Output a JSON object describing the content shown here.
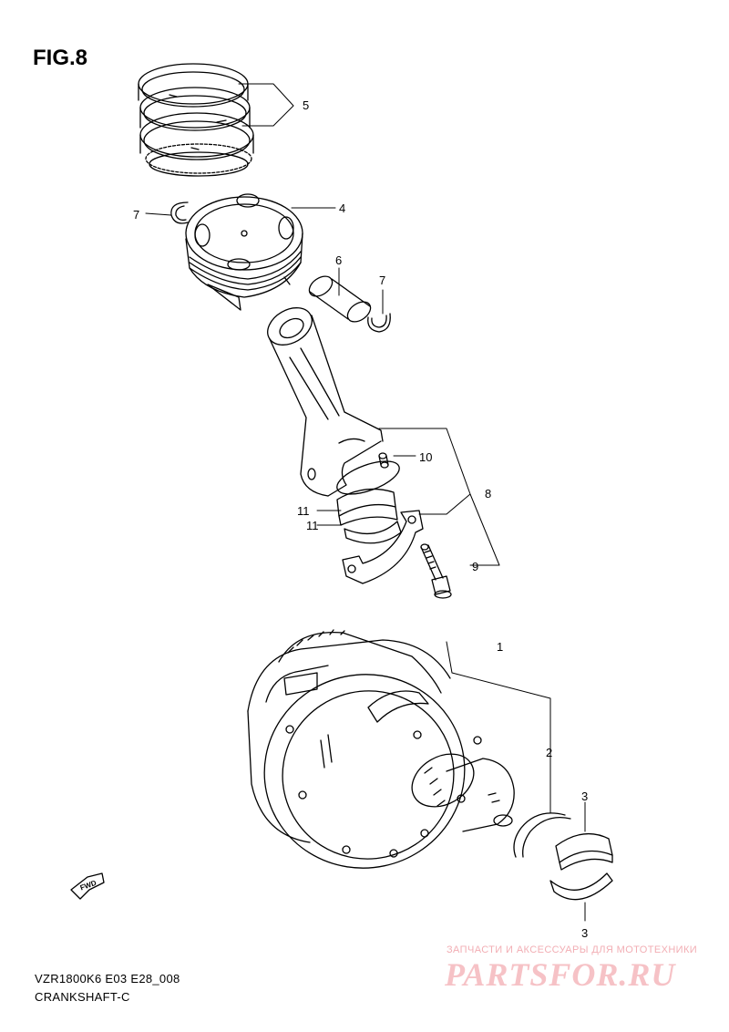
{
  "figure": {
    "title": "FIG.8"
  },
  "callouts": {
    "p1": "1",
    "p2": "2",
    "p3a": "3",
    "p3b": "3",
    "p4": "4",
    "p5": "5",
    "p6": "6",
    "p7a": "7",
    "p7b": "7",
    "p8": "8",
    "p9": "9",
    "p10": "10",
    "p11a": "11",
    "p11b": "11"
  },
  "orientation": {
    "fwd": "FWD"
  },
  "footer": {
    "code": "VZR1800K6 E03 E28_008",
    "name": "CRANKSHAFT-C"
  },
  "watermark": {
    "subtitle": "ЗАПЧАСТИ И АКСЕССУАРЫ ДЛЯ МОТОТЕХНИКИ",
    "logo": "PARTSFOR.RU"
  }
}
